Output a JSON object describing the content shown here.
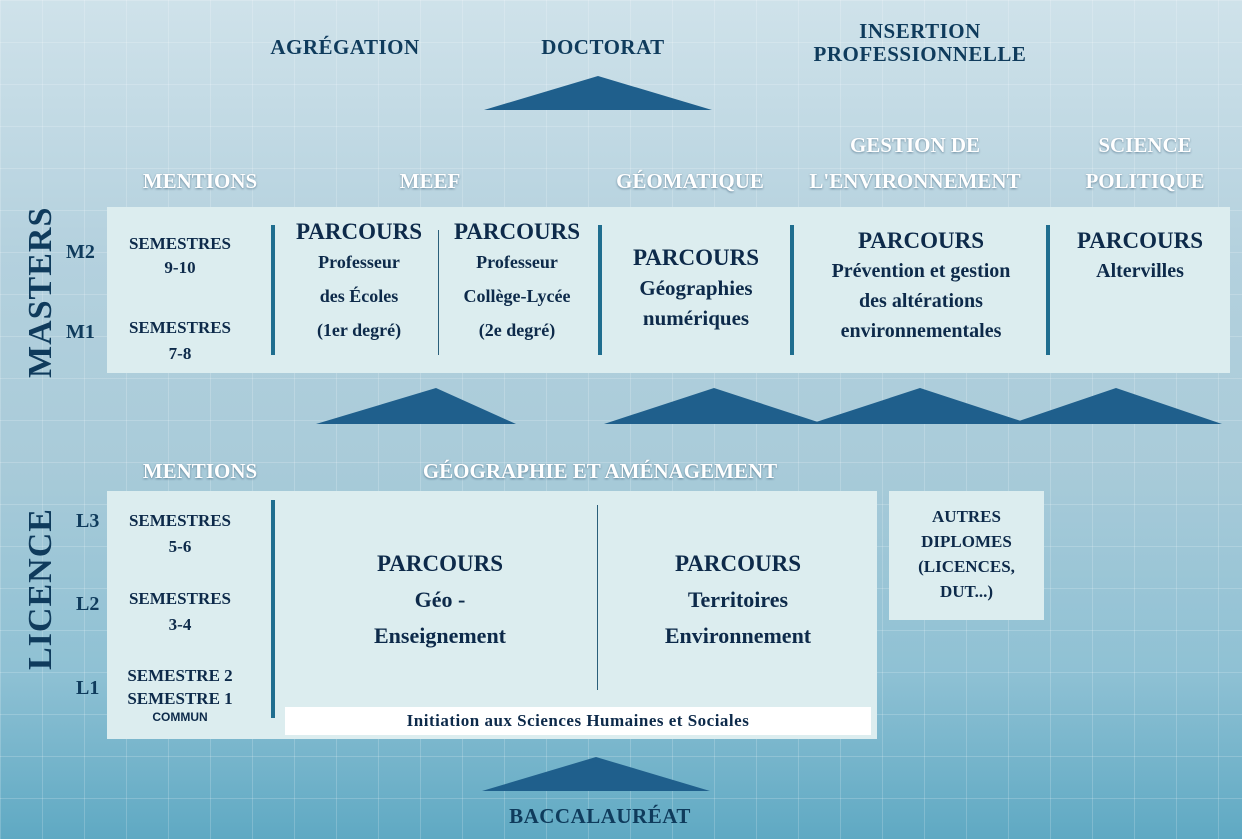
{
  "top": {
    "agregation": "AGRÉGATION",
    "doctorat": "DOCTORAT",
    "insertion_line1": "INSERTION",
    "insertion_line2": "PROFESSIONNELLE"
  },
  "masters": {
    "side_label": "MASTERS",
    "levels": [
      "M2",
      "M1"
    ],
    "mentions_label": "MENTIONS",
    "mention_headers": {
      "meef": "MEEF",
      "geomatique": "GÉOMATIQUE",
      "gestion_line1": "GESTION DE",
      "gestion_line2": "L'ENVIRONNEMENT",
      "science_line1": "SCIENCE",
      "science_line2": "POLITIQUE"
    },
    "semesters": {
      "s910_line1": "SEMESTRES",
      "s910_line2": "9-10",
      "s78_line1": "SEMESTRES",
      "s78_line2": "7-8"
    },
    "parcours": [
      {
        "title": "PARCOURS",
        "lines": [
          "Professeur",
          "des Écoles",
          "(1er degré)"
        ]
      },
      {
        "title": "PARCOURS",
        "lines": [
          "Professeur",
          "Collège-Lycée",
          "(2e degré)"
        ]
      },
      {
        "title": "PARCOURS",
        "lines": [
          "Géographies",
          "numériques"
        ]
      },
      {
        "title": "PARCOURS",
        "lines": [
          "Prévention et gestion",
          "des altérations",
          "environnementales"
        ]
      },
      {
        "title": "PARCOURS",
        "lines": [
          "Altervilles"
        ]
      }
    ]
  },
  "licence": {
    "side_label": "LICENCE",
    "levels": [
      "L3",
      "L2",
      "L1"
    ],
    "mentions_label": "MENTIONS",
    "mention_header": "GÉOGRAPHIE ET AMÉNAGEMENT",
    "semesters": {
      "s56_line1": "SEMESTRES",
      "s56_line2": "5-6",
      "s34_line1": "SEMESTRES",
      "s34_line2": "3-4",
      "s2": "SEMESTRE 2",
      "s1": "SEMESTRE 1",
      "commun": "COMMUN"
    },
    "parcours": [
      {
        "title": "PARCOURS",
        "lines": [
          "Géo -",
          "Enseignement"
        ]
      },
      {
        "title": "PARCOURS",
        "lines": [
          "Territoires",
          "Environnement"
        ]
      }
    ],
    "initiation": "Initiation aux Sciences Humaines et Sociales",
    "autres": [
      "AUTRES",
      "DIPLOMES",
      "(LICENCES,",
      "DUT...)"
    ]
  },
  "bottom": {
    "baccalaureat": "BACCALAURÉAT"
  },
  "colors": {
    "triangle": "#1f5f8c",
    "panel": "#dcedef",
    "bar": "#1f6e8f",
    "dark_text": "#0f3b5c"
  }
}
